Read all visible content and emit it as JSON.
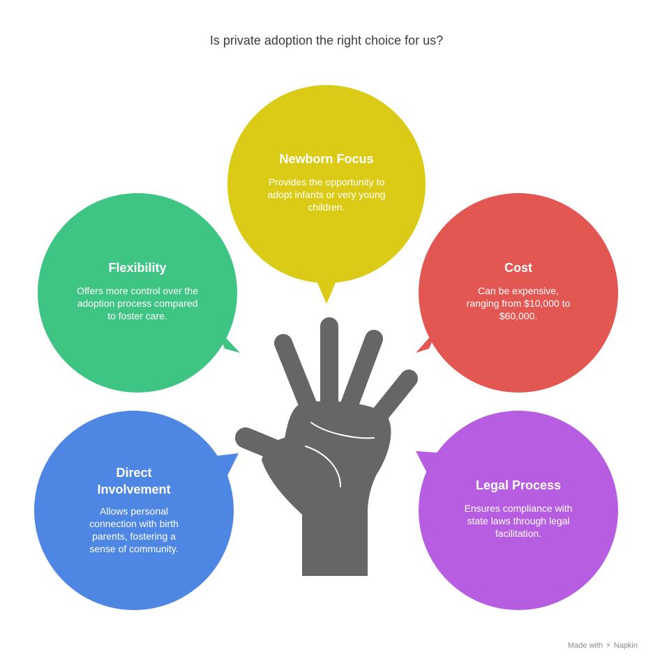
{
  "title": "Is private adoption the right choice for us?",
  "colors": {
    "newborn": "#DCCB16",
    "flexibility": "#3EC483",
    "cost": "#E35753",
    "direct": "#4D86E3",
    "legal": "#B65DE2",
    "hand": "#666666"
  },
  "center_icon": "raised-hand-icon",
  "bubbles": {
    "newborn": {
      "title": "Newborn Focus",
      "desc": "Provides the opportunity to adopt infants or very young children."
    },
    "flexibility": {
      "title": "Flexibility",
      "desc": "Offers more control over the adoption process compared to foster care."
    },
    "cost": {
      "title": "Cost",
      "desc": "Can be expensive, ranging from $10,000 to $60,000."
    },
    "direct": {
      "title": "Direct Involvement",
      "desc": "Allows personal connection with birth parents, fostering a sense of community."
    },
    "legal": {
      "title": "Legal Process",
      "desc": "Ensures compliance with state laws through legal facilitation."
    }
  },
  "footer": {
    "made_with": "Made with",
    "brand": "Napkin",
    "brand_icon": "napkin-logo-icon"
  }
}
